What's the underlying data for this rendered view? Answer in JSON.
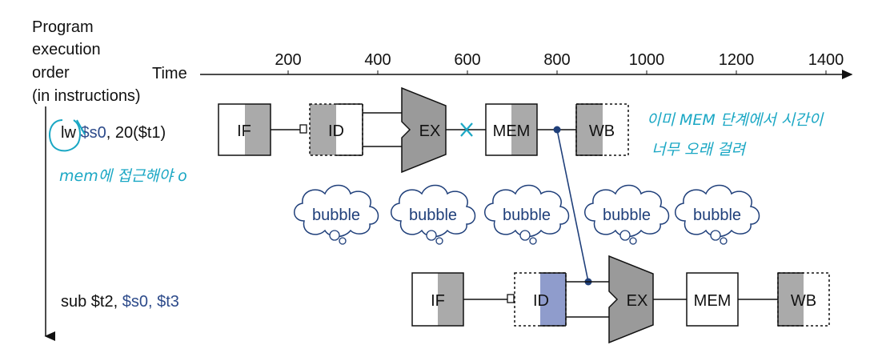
{
  "header": {
    "order_label": [
      "Program",
      "execution",
      "order",
      "(in instructions)"
    ],
    "time_label": "Time"
  },
  "time_axis": {
    "ticks": [
      "200",
      "400",
      "600",
      "800",
      "1000",
      "1200",
      "1400"
    ]
  },
  "instructions": [
    {
      "op": "lw ",
      "reg": "$s0",
      "rest": ", 20($t1)"
    },
    {
      "op": "sub $t2, ",
      "reg": "$s0",
      "rest": ", $t3"
    }
  ],
  "stages": {
    "if": "IF",
    "id": "ID",
    "ex": "EX",
    "mem": "MEM",
    "wb": "WB"
  },
  "bubble_label": "bubble",
  "annotations": {
    "mem_note": "mem에 접근해야 o",
    "delay_note_line1": "이미 MEM 단계에서 시간이",
    "delay_note_line2": "너무 오래 걸려"
  },
  "colors": {
    "reg_highlight": "#2c4a8a",
    "stage_shade": "#aaaaaa",
    "id_forward_shade": "#8f9ccc",
    "annotation": "#1aa7c4",
    "forward_line": "#1f3f7a"
  }
}
